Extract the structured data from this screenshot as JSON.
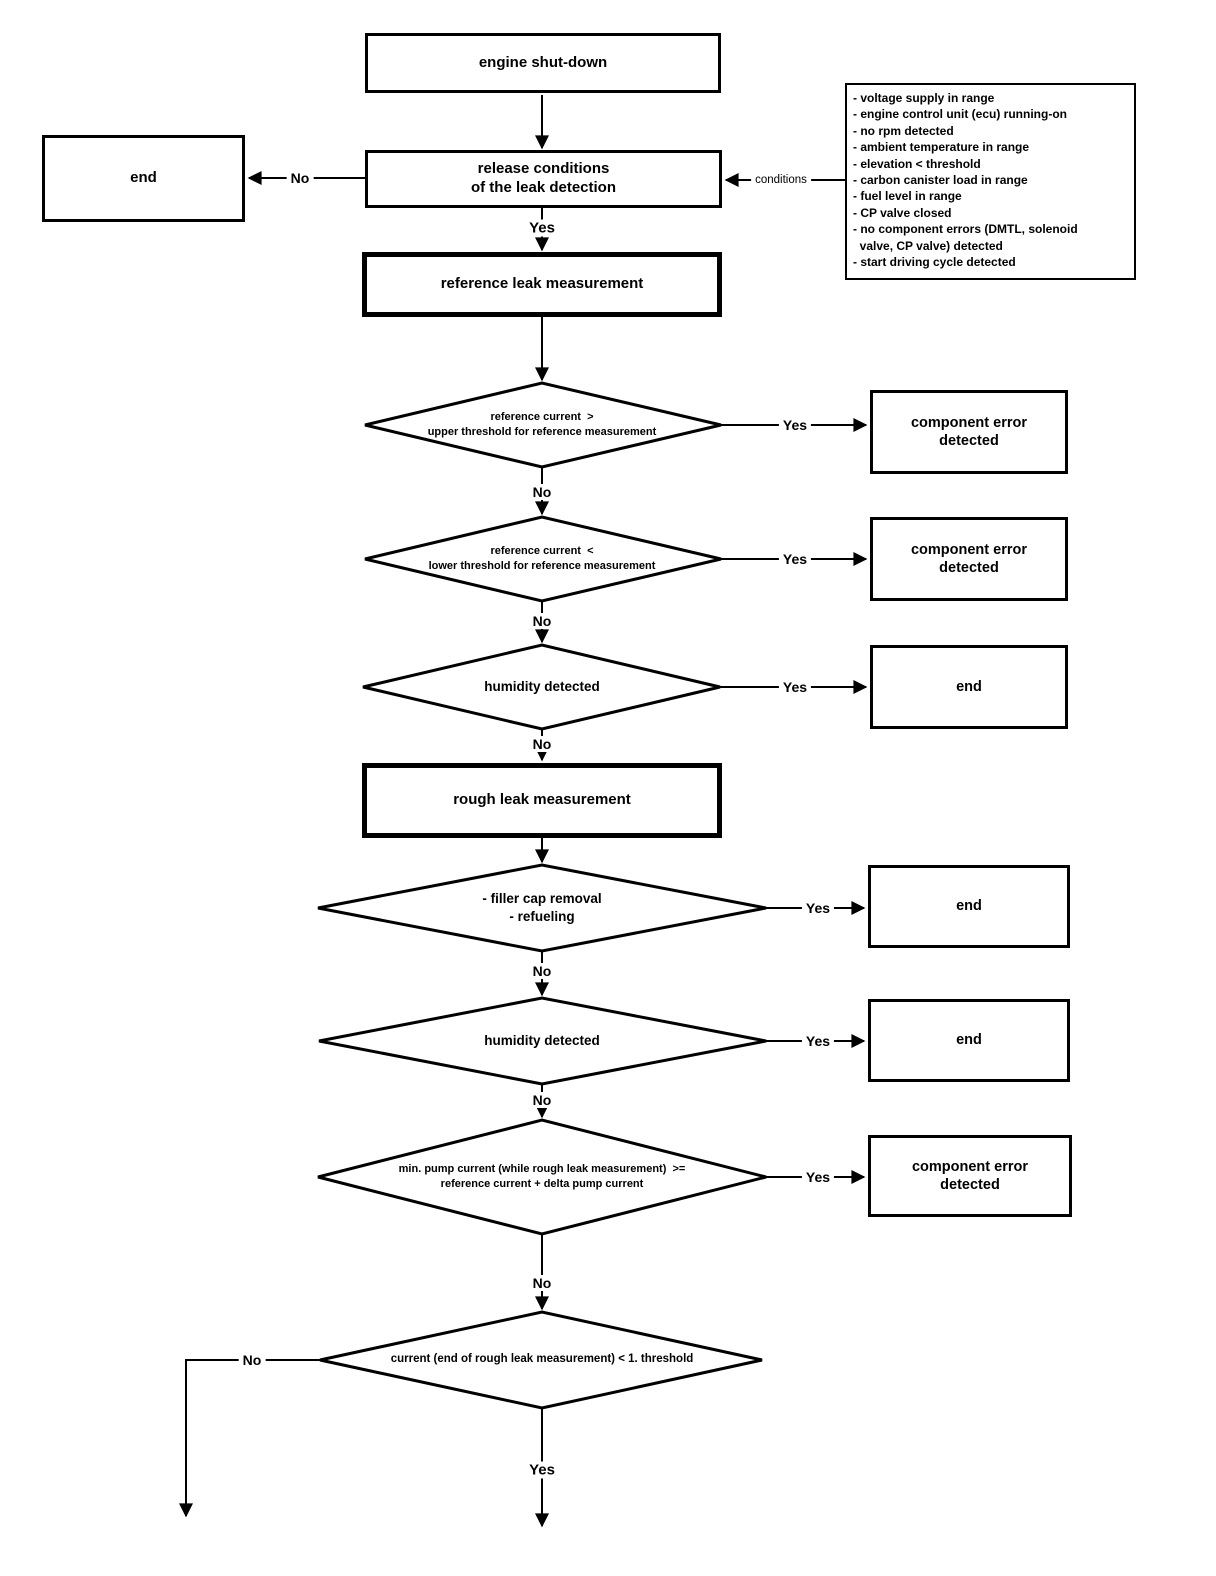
{
  "colors": {
    "line": "#000000",
    "background": "#ffffff"
  },
  "labels": {
    "yes": "Yes",
    "no": "No",
    "conditions": "conditions"
  },
  "nodes": {
    "engine_shutdown": "engine shut-down",
    "end_left": "end",
    "release_conditions": "release conditions\nof the leak detection",
    "reference_leak": "reference leak measurement",
    "rough_leak": "rough leak measurement",
    "component_error_1": "component error\ndetected",
    "component_error_2": "component error\ndetected",
    "component_error_3": "component error\ndetected",
    "end_1": "end",
    "end_2": "end",
    "end_3": "end",
    "decision_ref_upper": "reference current  >\nupper threshold for reference measurement",
    "decision_ref_lower": "reference current  <\nlower threshold for reference measurement",
    "decision_humidity_1": "humidity detected",
    "decision_filler_cap": "- filler cap removal\n- refueling",
    "decision_humidity_2": "humidity detected",
    "decision_min_pump": "min. pump current (while rough leak measurement)  >=\nreference current + delta pump current",
    "decision_end_current": "current (end of rough leak measurement) < 1. threshold",
    "conditions_list": [
      "- voltage supply in range",
      "- engine control unit (ecu) running-on",
      "- no rpm detected",
      "- ambient temperature in range",
      "- elevation < threshold",
      "- carbon canister load in range",
      "- fuel level in range",
      "- CP valve closed",
      "- no component errors (DMTL, solenoid\n  valve, CP valve) detected",
      "- start driving cycle detected"
    ]
  }
}
